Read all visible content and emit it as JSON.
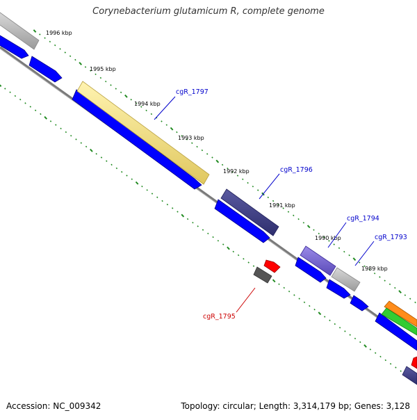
{
  "title": "Corynebacterium glutamicum R, complete genome",
  "footer": {
    "accession": "Accession: NC_009342",
    "summary": "Topology: circular; Length: 3,314,179 bp; Genes: 3,128"
  },
  "colors": {
    "backbone": "#7a7a7a",
    "tick": "#228b22",
    "forward_gene": "#0000ff",
    "gene_link": "#0000cc",
    "highlight_link": "#cc0000",
    "highlight_gene": "#ff0000"
  },
  "kbp_labels": [
    "1996 kbp",
    "1995 kbp",
    "1994 kbp",
    "1993 kbp",
    "1992 kbp",
    "1991 kbp",
    "1990 kbp",
    "1989 kbp"
  ],
  "gene_labels": [
    {
      "name": "cgR_1797",
      "color": "#0000cc"
    },
    {
      "name": "cgR_1796",
      "color": "#0000cc"
    },
    {
      "name": "cgR_1794",
      "color": "#0000cc"
    },
    {
      "name": "cgR_1793",
      "color": "#0000cc"
    },
    {
      "name": "cgR_1795",
      "color": "#cc0000"
    }
  ]
}
